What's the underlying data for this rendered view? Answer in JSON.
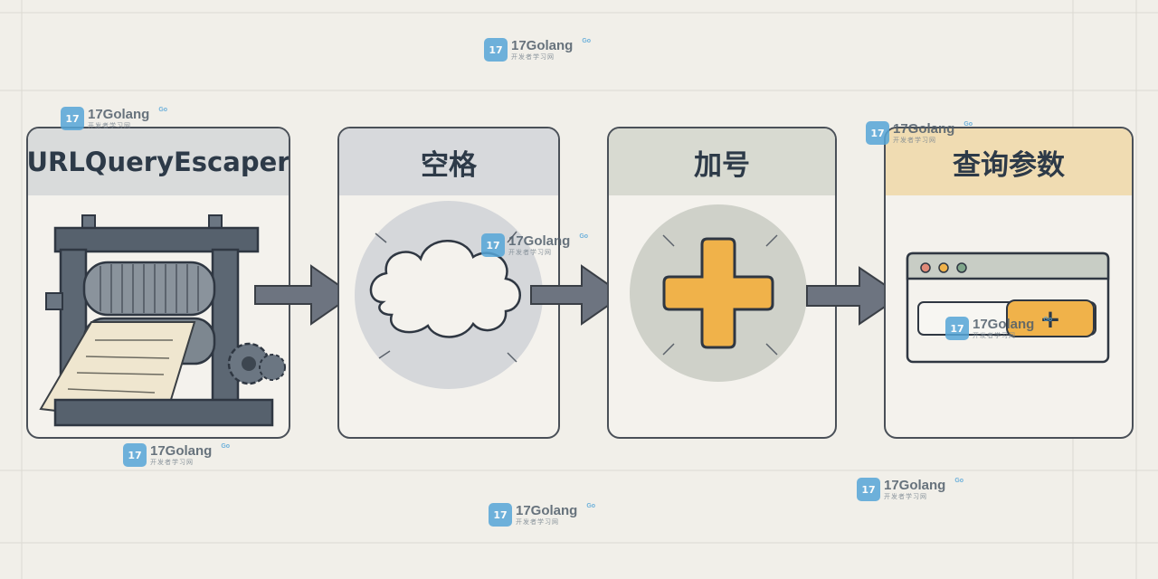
{
  "panels": [
    {
      "id": "escaper",
      "title": "URLQueryEscaper",
      "icon": "rolling-mill-icon"
    },
    {
      "id": "space",
      "title": "空格",
      "icon": "cloud-icon"
    },
    {
      "id": "plus",
      "title": "加号",
      "icon": "plus-icon"
    },
    {
      "id": "query",
      "title": "查询参数",
      "icon": "browser-window-icon"
    }
  ],
  "browser": {
    "button_symbol": "+"
  },
  "watermark": {
    "logo_text": "17",
    "name": "17Golang",
    "badge": "Go",
    "tagline": "开发者学习网"
  },
  "colors": {
    "accent_orange": "#f0b24a",
    "ink": "#2d3a48",
    "arrow": "#6d7480"
  }
}
